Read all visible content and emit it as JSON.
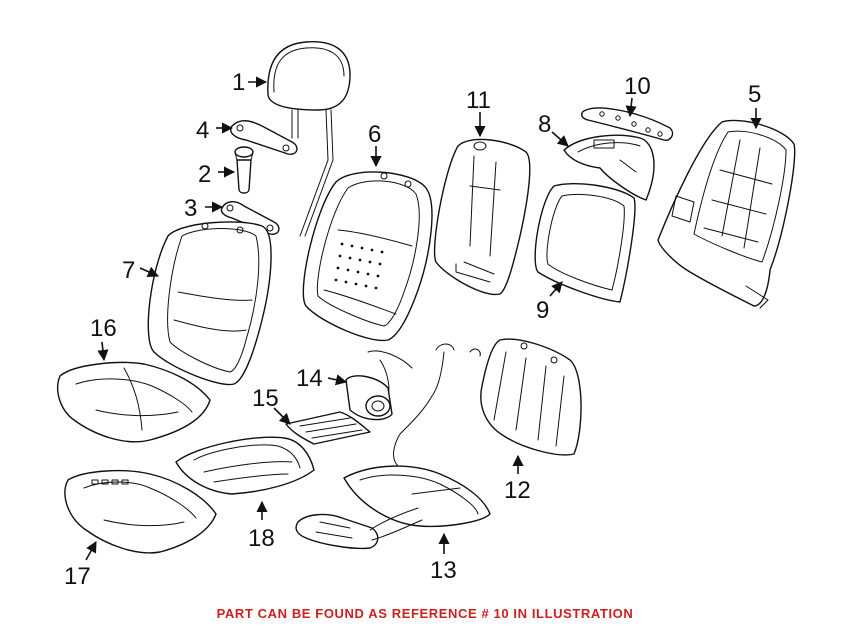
{
  "callouts": [
    "1",
    "2",
    "3",
    "4",
    "5",
    "6",
    "7",
    "8",
    "9",
    "10",
    "11",
    "12",
    "13",
    "14",
    "15",
    "16",
    "17",
    "18"
  ],
  "footer": {
    "note": "PART CAN BE FOUND AS REFERENCE # 10 IN ILLUSTRATION",
    "note_color": "#cc1f1f"
  }
}
